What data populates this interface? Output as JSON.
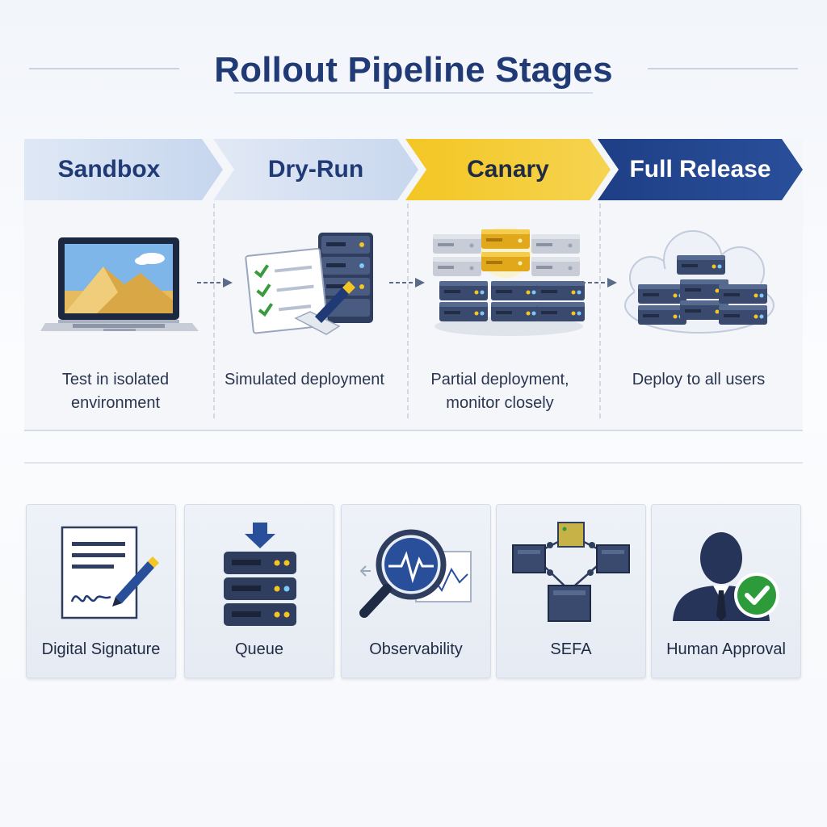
{
  "title": "Rollout Pipeline Stages",
  "stages": [
    {
      "name": "Sandbox",
      "description": "Test in isolated environment",
      "icon": "laptop-sandbox-icon"
    },
    {
      "name": "Dry-Run",
      "description": "Simulated deployment",
      "icon": "checklist-server-icon"
    },
    {
      "name": "Canary",
      "description": "Partial deployment, monitor closely",
      "icon": "server-cluster-icon"
    },
    {
      "name": "Full Release",
      "description": "Deploy to all users",
      "icon": "cloud-servers-icon"
    }
  ],
  "controls": [
    {
      "label": "Digital Signature",
      "icon": "signature-document-icon"
    },
    {
      "label": "Queue",
      "icon": "queue-stack-icon"
    },
    {
      "label": "Observability",
      "icon": "magnifier-pulse-icon"
    },
    {
      "label": "SEFA",
      "icon": "network-nodes-icon"
    },
    {
      "label": "Human Approval",
      "icon": "person-check-icon"
    }
  ],
  "colors": {
    "title": "#1f3a75",
    "sandbox": "#c6d6ee",
    "dry_run": "#c8d7ee",
    "canary": "#f3c623",
    "full_release": "#1e3f86",
    "approval_check": "#2e9b3a"
  }
}
